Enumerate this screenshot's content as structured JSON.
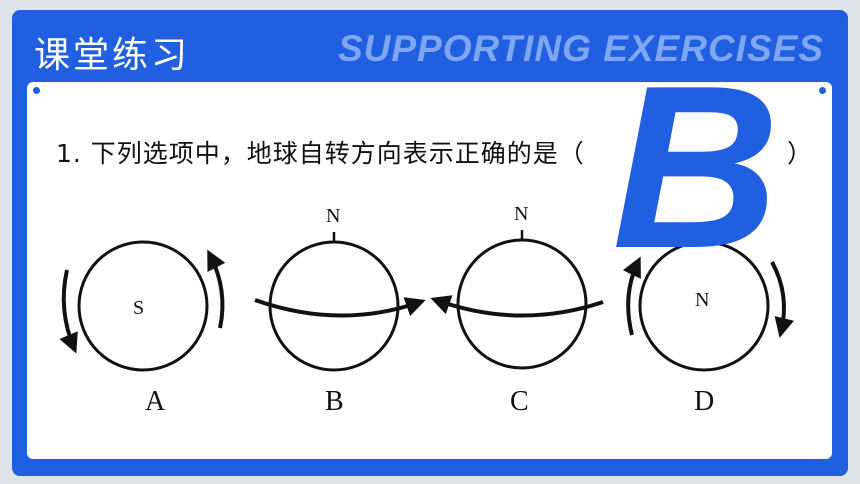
{
  "header": {
    "title": "课堂练习",
    "subtitle": "SUPPORTING EXERCISES"
  },
  "question": {
    "text": "1. 下列选项中，地球自转方向表示正确的是（",
    "close_paren": "）",
    "answer": "B"
  },
  "options": [
    {
      "label": "A",
      "pole": "S"
    },
    {
      "label": "B",
      "pole": "N"
    },
    {
      "label": "C",
      "pole": "N"
    },
    {
      "label": "D",
      "pole": "N"
    }
  ],
  "colors": {
    "frame": "#1f5fe0",
    "subtitle": "#7ea6f2",
    "answer": "#1f5fe0"
  }
}
